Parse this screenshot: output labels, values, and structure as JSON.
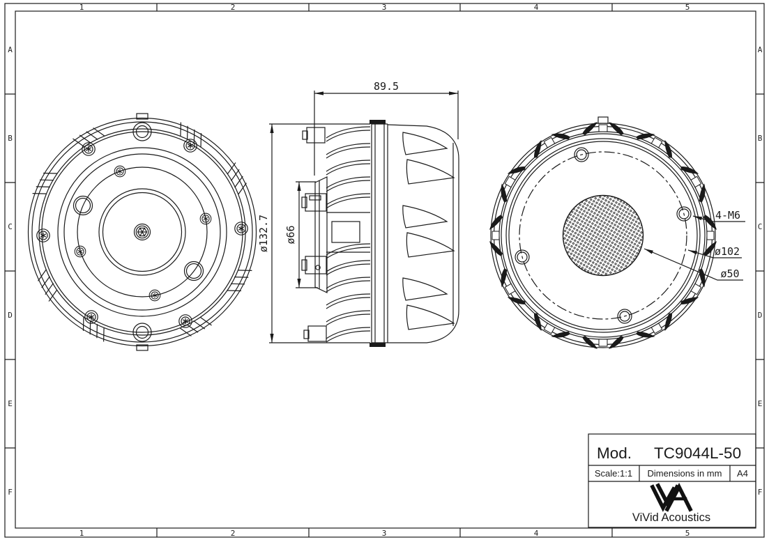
{
  "title_block": {
    "model_prefix": "Mod.",
    "model": "TC9044L-50",
    "scale": "Scale:1:1",
    "units": "Dimensions in mm",
    "sheet": "A4",
    "company": "ViVid Acoustics"
  },
  "grid": {
    "cols": [
      "1",
      "2",
      "3",
      "4",
      "5"
    ],
    "rows": [
      "A",
      "B",
      "C",
      "D",
      "E",
      "F"
    ]
  },
  "dims": {
    "depth": "89.5",
    "outer_dia": "ø132.7",
    "flange_dia": "ø66",
    "mount_holes": "4-M6",
    "bolt_circle": "ø102",
    "throat": "ø50"
  },
  "colors": {
    "line": "#1a1a1a",
    "background": "#ffffff"
  }
}
